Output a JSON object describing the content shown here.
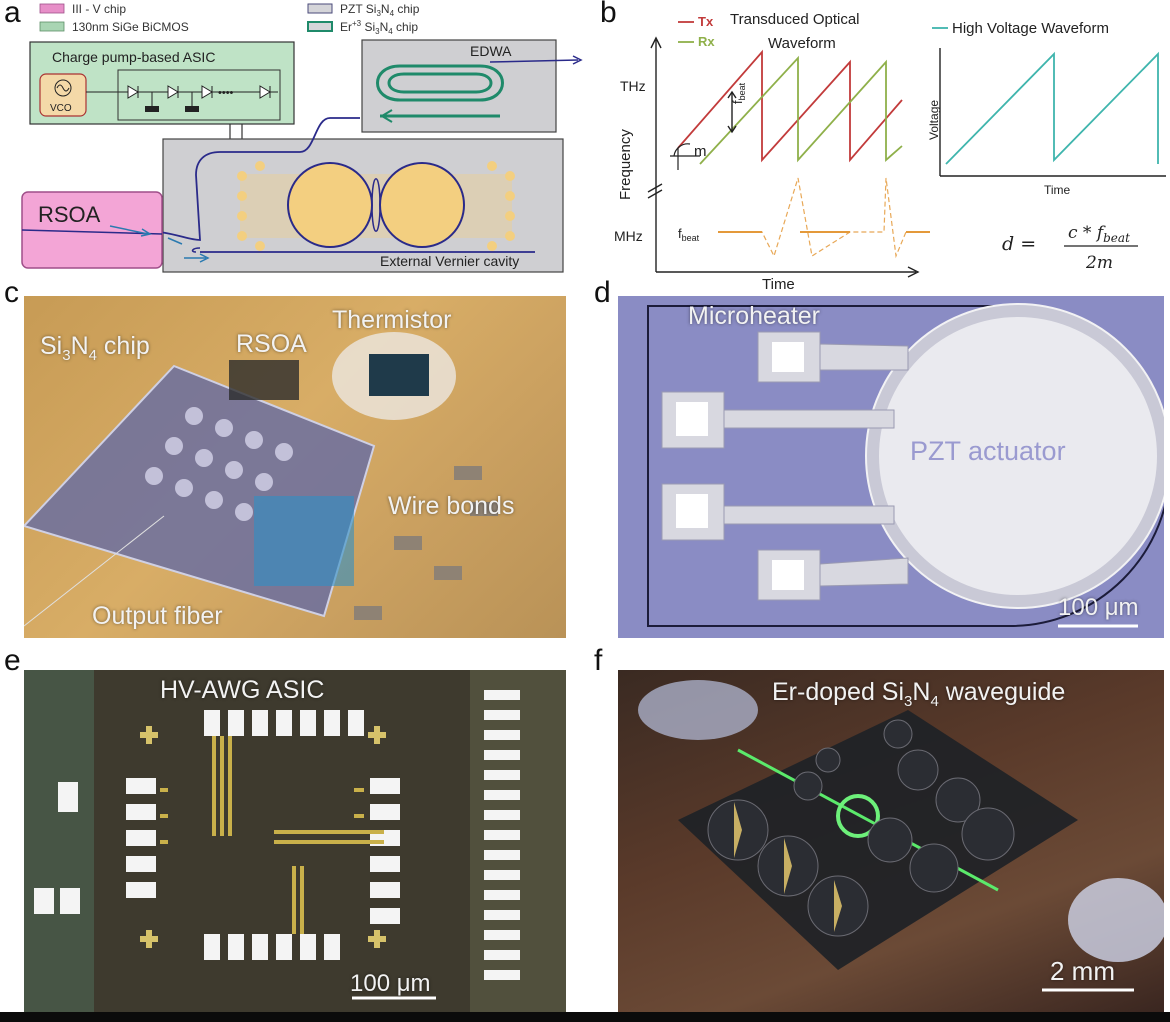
{
  "panels": {
    "a": "a",
    "b": "b",
    "c": "c",
    "d": "d",
    "e": "e",
    "f": "f"
  },
  "panel_a": {
    "legend": {
      "iiiv": "III - V chip",
      "sige": "130nm SiGe BiCMOS",
      "pzt_pre": "PZT Si",
      "pzt_sub": "3",
      "pzt_mid": "N",
      "pzt_sub2": "4",
      "pzt_post": " chip",
      "er_pre": "Er",
      "er_sup": "+3",
      "er_mid": " Si",
      "er_sub": "3",
      "er_mid2": "N",
      "er_sub2": "4",
      "er_post": " chip"
    },
    "asic_title": "Charge pump-based ASIC",
    "vco": "VCO",
    "dots": "••••",
    "edwa": "EDWA",
    "rsoa": "RSOA",
    "cavity": "External Vernier cavity",
    "colors": {
      "iiiv": "#e78fc8",
      "sige": "#a9d5b3",
      "pzt": "#d5d5d9",
      "er": "#1f8a6a",
      "asic": "#bfe3c6",
      "chip": "#cfcfd2",
      "ring": "#f3cf80",
      "waveguide": "#2a2a8a",
      "rsoa_fill": "#f3a5d6"
    }
  },
  "panel_b": {
    "legend_tx": "Tx",
    "legend_rx": "Rx",
    "title1": "Transduced Optical",
    "title2": "Waveform",
    "thz": "THz",
    "mhz": "MHz",
    "ylabel": "Frequency",
    "xlabel": "Time",
    "fbeat_main": "f",
    "fbeat_sub": "beat",
    "m": "m",
    "hv_legend": "High Voltage Waveform",
    "hv_ylabel": "Voltage",
    "hv_xlabel": "Time",
    "eq_lhs": "d =",
    "eq_num_c": "c * f",
    "eq_num_sub": "beat",
    "eq_den": "2m",
    "colors": {
      "tx": "#c23b3b",
      "rx": "#8fb04a",
      "hv": "#3fb5ad",
      "fbeat": "#e4993a"
    }
  },
  "panel_c": {
    "chip_pre": "Si",
    "chip_sub1": "3",
    "chip_mid": "N",
    "chip_sub2": "4",
    "chip_post": " chip",
    "rsoa": "RSOA",
    "thermistor": "Thermistor",
    "wire_bonds": "Wire bonds",
    "output_fiber": "Output fiber"
  },
  "panel_d": {
    "microheater": "Microheater",
    "pzt": "PZT actuator",
    "scale": "100 μm"
  },
  "panel_e": {
    "title": "HV-AWG ASIC",
    "scale": "100 μm"
  },
  "panel_f": {
    "title_pre": "Er-doped Si",
    "title_sub1": "3",
    "title_mid": "N",
    "title_sub2": "4",
    "title_post": " waveguide",
    "scale": "2 mm"
  }
}
